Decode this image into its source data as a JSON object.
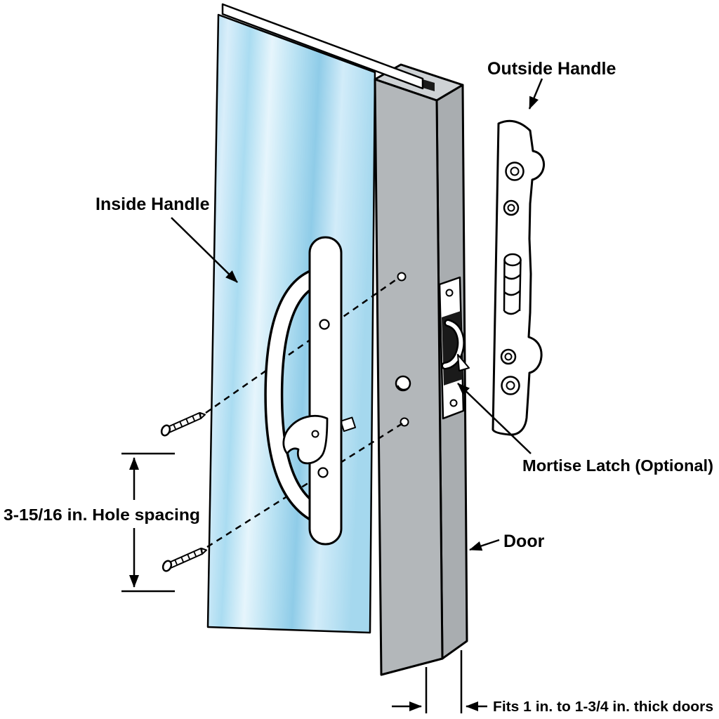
{
  "diagram": {
    "subject": "Sliding glass door handle set installation diagram",
    "labels": {
      "outside_handle": "Outside Handle",
      "inside_handle": "Inside Handle",
      "mortise_latch": "Mortise Latch (Optional)",
      "door": "Door",
      "hole_spacing": "3-15/16 in. Hole spacing",
      "door_thickness": "Fits 1 in. to 1-3/4 in. thick doors"
    },
    "colors": {
      "background": "#ffffff",
      "outline": "#000000",
      "door_front": "#b3b7ba",
      "door_side": "#a9adb0",
      "door_top": "#ced2d5",
      "glass_light": "#e6f5fc",
      "glass_dark": "#8fcce8",
      "hardware": "#ffffff"
    }
  }
}
